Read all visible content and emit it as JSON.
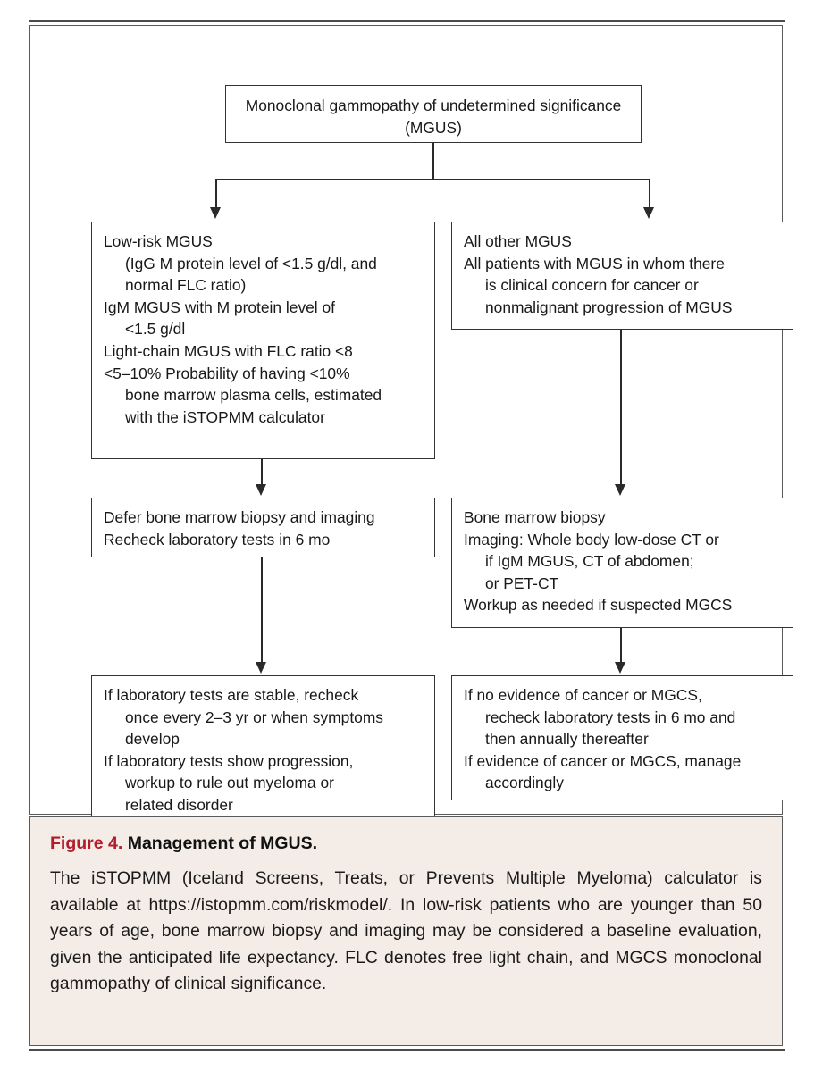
{
  "figure": {
    "frame_color": "#5a5a5a",
    "caption_bg": "#f4ece6",
    "accent_color": "#b21c2b"
  },
  "diagram": {
    "type": "flowchart",
    "title": "Management of MGUS",
    "nodes": {
      "top": {
        "name": "mgus-definition",
        "lines": [
          "Monoclonal gammopathy of undetermined",
          "significance (MGUS)"
        ]
      },
      "low_risk": {
        "name": "low-risk-mgus",
        "lines": [
          "Low-risk MGUS",
          "(IgG M protein level of <1.5 g/dl, and",
          "normal FLC ratio)",
          "IgM MGUS with M protein level of",
          "<1.5 g/dl",
          "Light-chain MGUS with FLC ratio <8",
          "<5–10% Probability of having <10%",
          "bone marrow plasma cells, estimated",
          "with the iSTOPMM calculator"
        ],
        "indents": [
          0,
          1,
          1,
          0,
          1,
          0,
          0,
          1,
          1
        ]
      },
      "all_other": {
        "name": "all-other-mgus",
        "lines": [
          "All other MGUS",
          "All patients with MGUS in whom there",
          "is clinical concern for cancer or",
          "nonmalignant progression of MGUS"
        ],
        "indents": [
          0,
          0,
          1,
          1
        ]
      },
      "defer": {
        "name": "defer-biopsy",
        "lines": [
          "Defer bone marrow biopsy and imaging",
          "Recheck laboratory tests in 6 mo"
        ],
        "indents": [
          0,
          0
        ]
      },
      "biopsy": {
        "name": "bone-marrow-biopsy",
        "lines": [
          "Bone marrow biopsy",
          "Imaging: Whole body low-dose CT or",
          "if IgM MGUS, CT of abdomen;",
          "or PET-CT",
          "Workup as needed if suspected MGCS"
        ],
        "indents": [
          0,
          0,
          1,
          1,
          0
        ]
      },
      "stable": {
        "name": "stable-followup",
        "lines": [
          "If laboratory tests are stable, recheck",
          "once every 2–3 yr or when symptoms",
          "develop",
          "If laboratory tests show progression,",
          "workup to rule out myeloma or",
          "related disorder"
        ],
        "indents": [
          0,
          1,
          1,
          0,
          1,
          1
        ]
      },
      "no_evidence": {
        "name": "cancer-evidence-followup",
        "lines": [
          "If no evidence of cancer or MGCS,",
          "recheck laboratory tests in 6 mo and",
          "then annually thereafter",
          "If evidence of cancer or MGCS, manage",
          "accordingly"
        ],
        "indents": [
          0,
          1,
          1,
          0,
          1
        ]
      }
    }
  },
  "caption": {
    "figure_number": "Figure 4.",
    "heading": " Management of MGUS.",
    "body": "The iSTOPMM (Iceland Screens, Treats, or Prevents Multiple Myeloma) calculator is available at https://istopmm.com/riskmodel/. In low-risk patients who are younger than 50 years of age, bone marrow biopsy and imaging may be considered a baseline evaluation, given the anticipated life expectancy. FLC denotes free light chain, and MGCS monoclonal gammopathy of clinical significance."
  }
}
